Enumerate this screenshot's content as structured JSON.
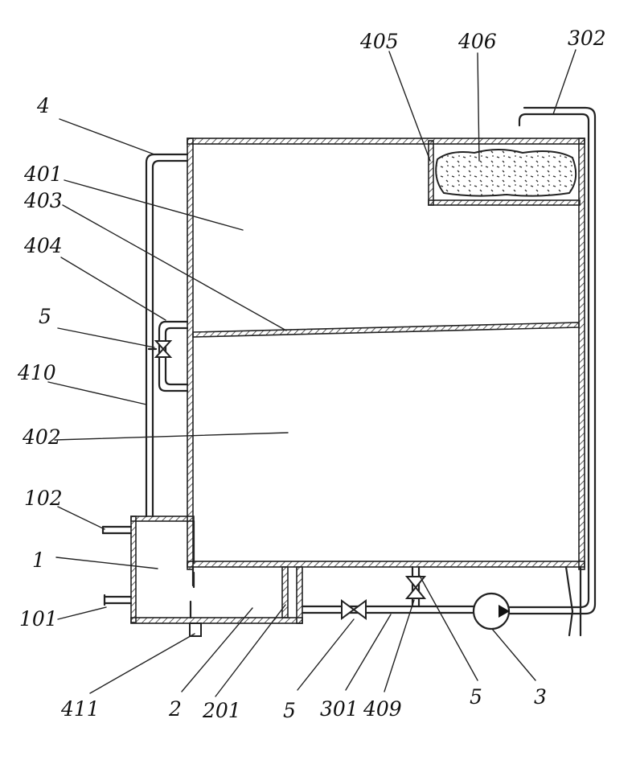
{
  "labels": {
    "l4": "4",
    "l401": "401",
    "l403": "403",
    "l404": "404",
    "l5a": "5",
    "l410": "410",
    "l402": "402",
    "l102": "102",
    "l1": "1",
    "l101": "101",
    "l405": "405",
    "l406": "406",
    "l302": "302",
    "l411": "411",
    "l2": "2",
    "l201": "201",
    "l5b": "5",
    "l301": "301",
    "l409": "409",
    "l5c": "5",
    "l3": "3"
  }
}
